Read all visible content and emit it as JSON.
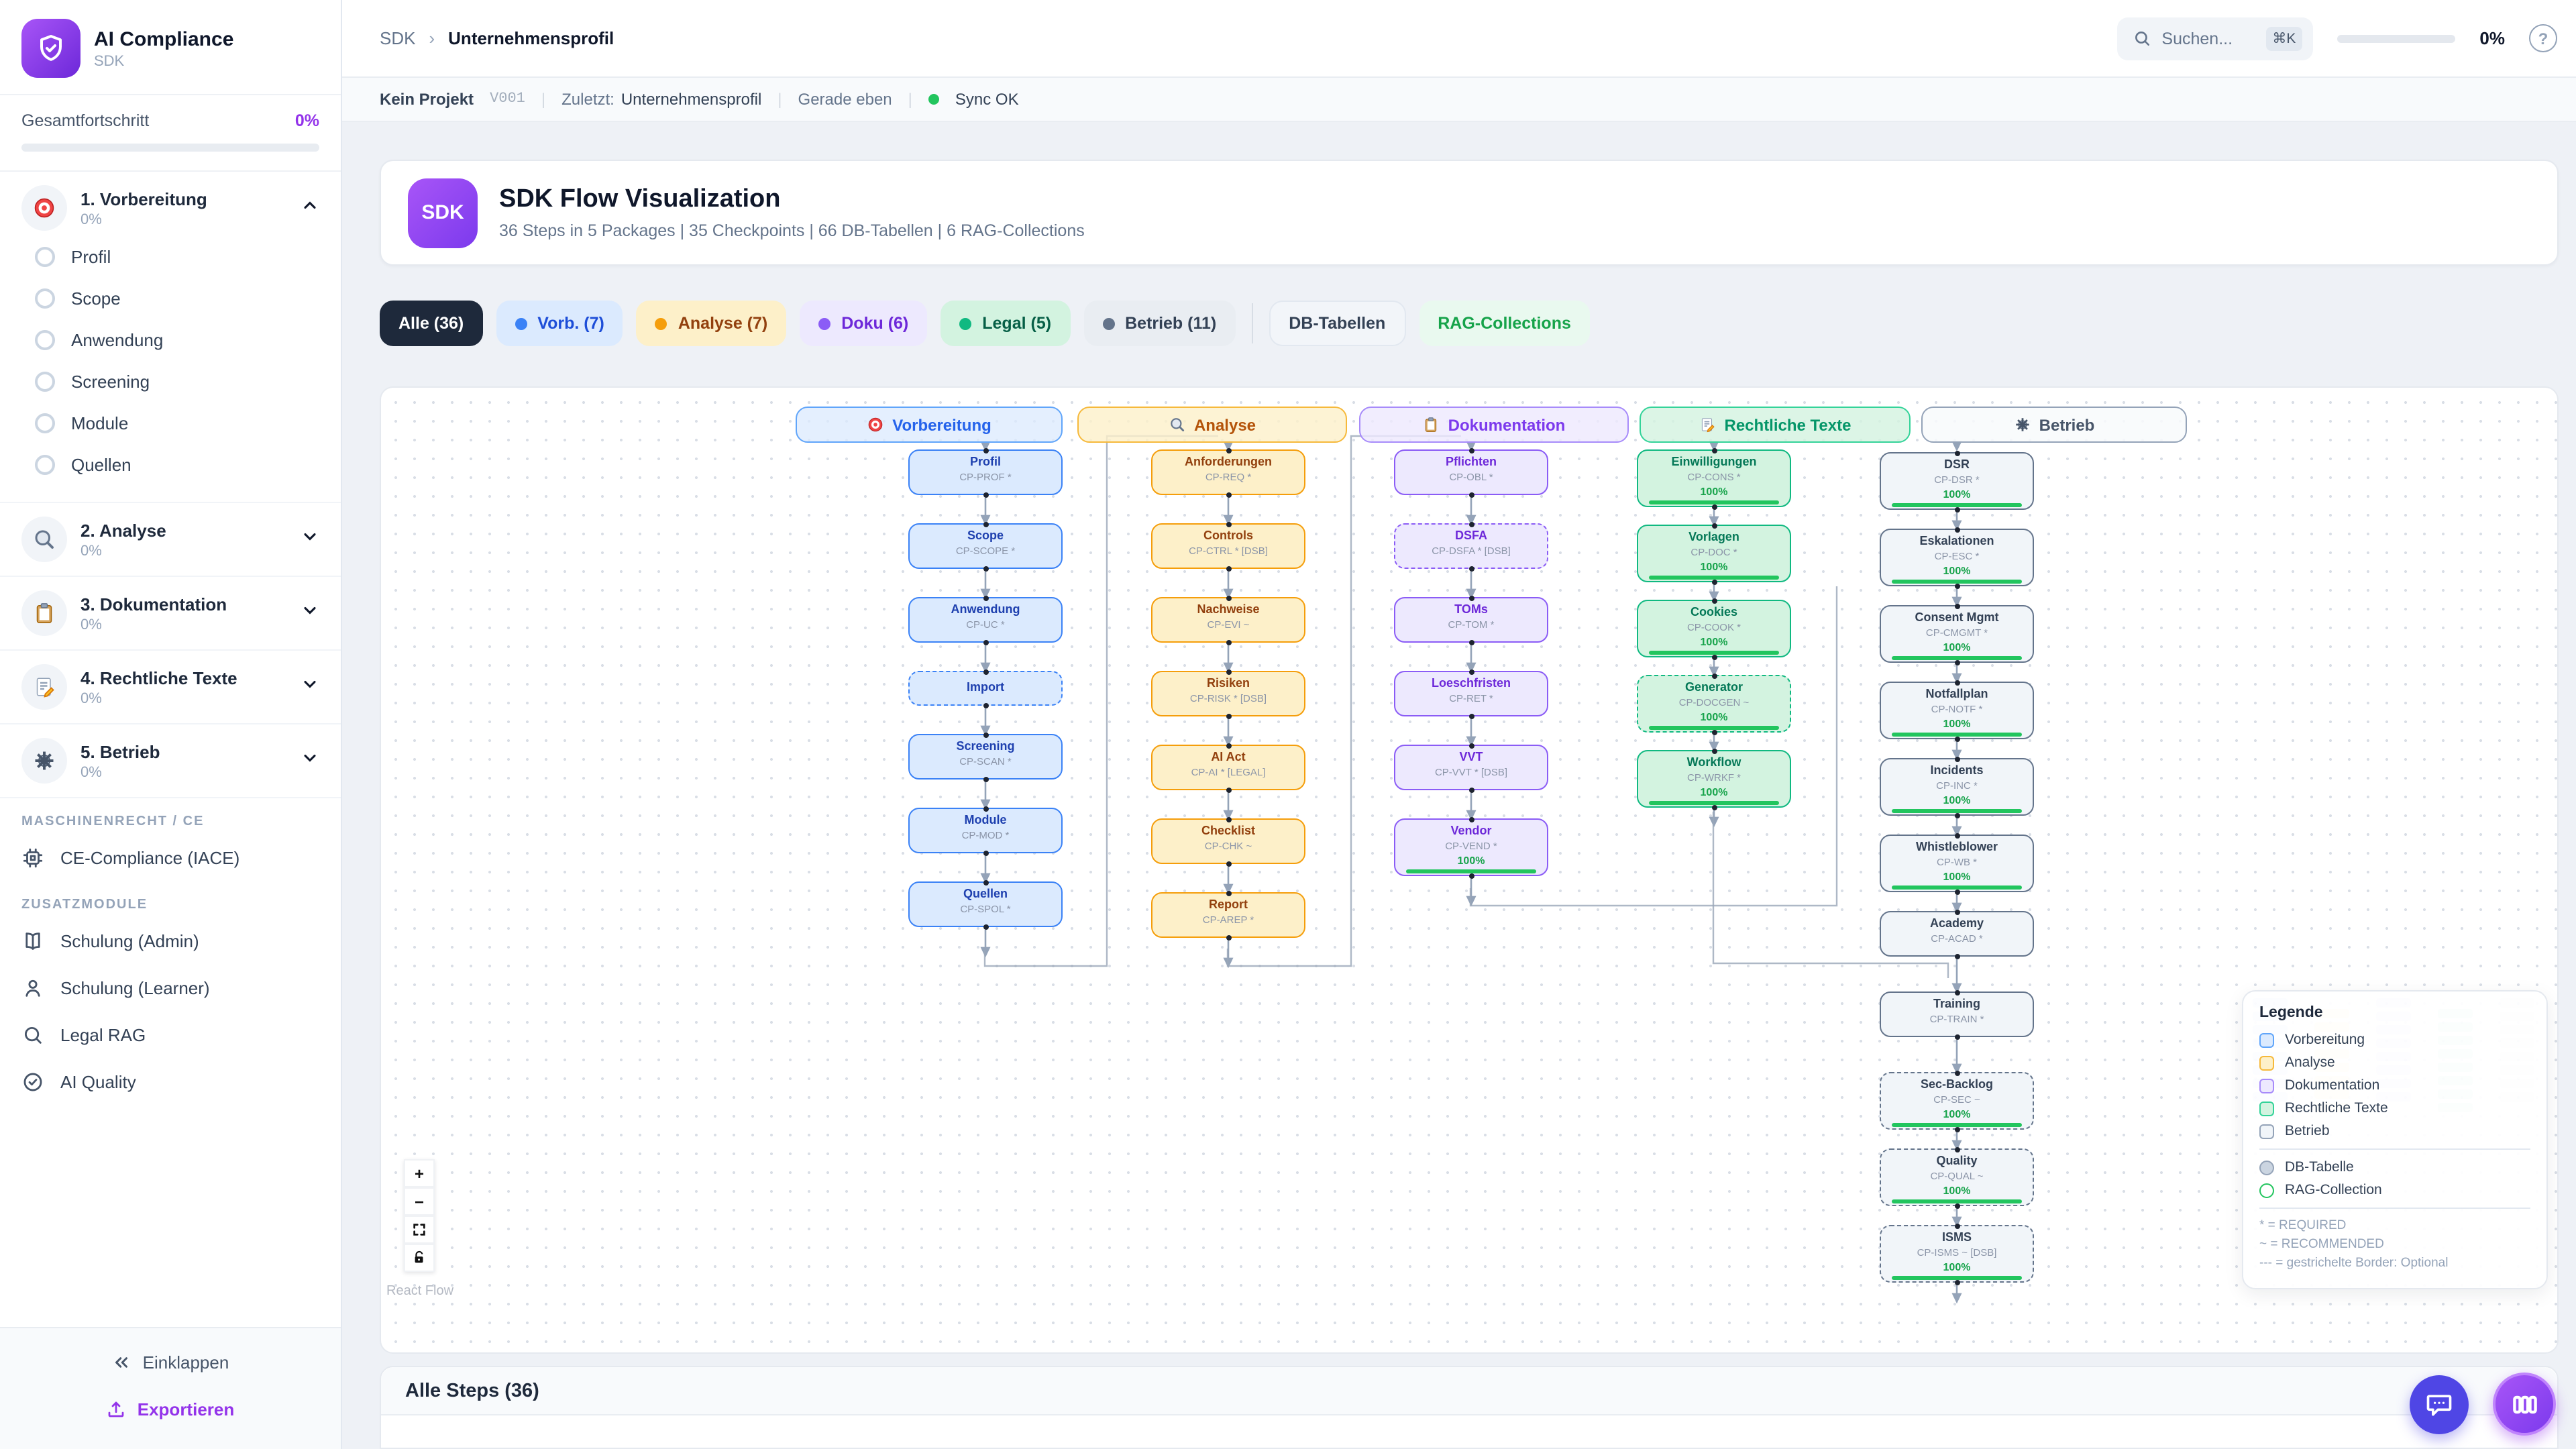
{
  "brand": {
    "title": "AI Compliance",
    "subtitle": "SDK"
  },
  "sidebar": {
    "progress_label": "Gesamtfortschritt",
    "progress_value": "0%",
    "packages": [
      {
        "name": "1. Vorbereitung",
        "pct": "0%",
        "icon": "target-icon",
        "expanded": true,
        "items": [
          "Profil",
          "Scope",
          "Anwendung",
          "Screening",
          "Module",
          "Quellen"
        ]
      },
      {
        "name": "2. Analyse",
        "pct": "0%",
        "icon": "magnifier-icon",
        "expanded": false,
        "items": []
      },
      {
        "name": "3. Dokumentation",
        "pct": "0%",
        "icon": "clipboard-icon",
        "expanded": false,
        "items": []
      },
      {
        "name": "4. Rechtliche Texte",
        "pct": "0%",
        "icon": "memo-icon",
        "expanded": false,
        "items": []
      },
      {
        "name": "5. Betrieb",
        "pct": "0%",
        "icon": "gear-icon",
        "expanded": false,
        "items": []
      }
    ],
    "sections": [
      {
        "header": "MASCHINENRECHT / CE",
        "items": [
          {
            "label": "CE-Compliance (IACE)",
            "icon": "cpu-icon"
          }
        ]
      },
      {
        "header": "ZUSATZMODULE",
        "items": [
          {
            "label": "Schulung (Admin)",
            "icon": "book-icon"
          },
          {
            "label": "Schulung (Learner)",
            "icon": "user-icon"
          },
          {
            "label": "Legal RAG",
            "icon": "search-icon"
          },
          {
            "label": "AI Quality",
            "icon": "check-circle-icon"
          }
        ]
      }
    ],
    "footer": {
      "collapse": "Einklappen",
      "export": "Exportieren"
    }
  },
  "topbar": {
    "breadcrumb_root": "SDK",
    "breadcrumb_current": "Unternehmensprofil",
    "search_placeholder": "Suchen...",
    "search_kbd": "⌘K",
    "progress_value": "0%"
  },
  "statusbar": {
    "project": "Kein Projekt",
    "version": "V001",
    "last_prefix": "Zuletzt:",
    "last_value": "Unternehmensprofil",
    "ago": "Gerade eben",
    "sync": "Sync OK"
  },
  "hero": {
    "badge": "SDK",
    "title": "SDK Flow Visualization",
    "subtitle": "36 Steps in 5 Packages | 35 Checkpoints | 66 DB-Tabellen | 6 RAG-Collections"
  },
  "filters": {
    "package_chips": [
      {
        "label": "Alle (36)",
        "style": "all",
        "dot": ""
      },
      {
        "label": "Vorb. (7)",
        "style": "blue",
        "dot": "#3b82f6"
      },
      {
        "label": "Analyse (7)",
        "style": "yellow",
        "dot": "#f59e0b"
      },
      {
        "label": "Doku (6)",
        "style": "purple",
        "dot": "#8b5cf6"
      },
      {
        "label": "Legal (5)",
        "style": "green",
        "dot": "#10b981"
      },
      {
        "label": "Betrieb (11)",
        "style": "gray",
        "dot": "#64748b"
      }
    ],
    "extra_chips": [
      {
        "label": "DB-Tabellen",
        "style": "plain"
      },
      {
        "label": "RAG-Collections",
        "style": "rag"
      }
    ]
  },
  "flow": {
    "attribution": "React Flow",
    "palette": {
      "blue": {
        "border": "#3b82f6",
        "bg": "#dbeafe",
        "title": "#1e40af",
        "hborder": "#60a5fa",
        "hbg": "rgba(219,234,254,.75)",
        "htext": "#2563eb"
      },
      "yellow": {
        "border": "#f59e0b",
        "bg": "#fdf0c9",
        "title": "#92400e",
        "hborder": "#f6b93b",
        "hbg": "rgba(253,240,201,.8)",
        "htext": "#b45309"
      },
      "purple": {
        "border": "#8b5cf6",
        "bg": "#ede9fe",
        "title": "#6d28d9",
        "hborder": "#a78bfa",
        "hbg": "rgba(237,233,254,.8)",
        "htext": "#7c3aed"
      },
      "green": {
        "border": "#10b981",
        "bg": "#d3f3e0",
        "title": "#047857",
        "hborder": "#34d399",
        "hbg": "rgba(211,243,224,.8)",
        "htext": "#059669"
      },
      "gray": {
        "border": "#64748b",
        "bg": "#f1f5f9",
        "title": "#334155",
        "hborder": "#94a3b8",
        "hbg": "rgba(248,250,252,.85)",
        "htext": "#475569"
      }
    },
    "columns": [
      {
        "key": "blue",
        "label": "Vorbereitung",
        "icon": "target-icon",
        "nodes": [
          {
            "title": "Profil",
            "code": "CP-PROF *"
          },
          {
            "title": "Scope",
            "code": "CP-SCOPE *"
          },
          {
            "title": "Anwendung",
            "code": "CP-UC *"
          },
          {
            "title": "Import",
            "code": "",
            "dashed": true
          },
          {
            "title": "Screening",
            "code": "CP-SCAN *"
          },
          {
            "title": "Module",
            "code": "CP-MOD *"
          },
          {
            "title": "Quellen",
            "code": "CP-SPOL *"
          }
        ]
      },
      {
        "key": "yellow",
        "label": "Analyse",
        "icon": "magnifier-icon",
        "nodes": [
          {
            "title": "Anforderungen",
            "code": "CP-REQ *"
          },
          {
            "title": "Controls",
            "code": "CP-CTRL * [DSB]"
          },
          {
            "title": "Nachweise",
            "code": "CP-EVI ~"
          },
          {
            "title": "Risiken",
            "code": "CP-RISK * [DSB]"
          },
          {
            "title": "AI Act",
            "code": "CP-AI * [LEGAL]"
          },
          {
            "title": "Checklist",
            "code": "CP-CHK ~"
          },
          {
            "title": "Report",
            "code": "CP-AREP *"
          }
        ]
      },
      {
        "key": "purple",
        "label": "Dokumentation",
        "icon": "clipboard-icon",
        "nodes": [
          {
            "title": "Pflichten",
            "code": "CP-OBL *"
          },
          {
            "title": "DSFA",
            "code": "CP-DSFA * [DSB]",
            "dashed": true
          },
          {
            "title": "TOMs",
            "code": "CP-TOM *"
          },
          {
            "title": "Loeschfristen",
            "code": "CP-RET *"
          },
          {
            "title": "VVT",
            "code": "CP-VVT * [DSB]"
          },
          {
            "title": "Vendor",
            "code": "CP-VEND *",
            "progress": "100%"
          }
        ]
      },
      {
        "key": "green",
        "label": "Rechtliche Texte",
        "icon": "memo-icon",
        "nodes": [
          {
            "title": "Einwilligungen",
            "code": "CP-CONS *",
            "progress": "100%"
          },
          {
            "title": "Vorlagen",
            "code": "CP-DOC *",
            "progress": "100%"
          },
          {
            "title": "Cookies",
            "code": "CP-COOK *",
            "progress": "100%"
          },
          {
            "title": "Generator",
            "code": "CP-DOCGEN ~",
            "progress": "100%",
            "dashed": true
          },
          {
            "title": "Workflow",
            "code": "CP-WRKF *",
            "progress": "100%"
          }
        ]
      },
      {
        "key": "gray",
        "label": "Betrieb",
        "icon": "gear-icon",
        "nodes": [
          {
            "title": "DSR",
            "code": "CP-DSR *",
            "progress": "100%"
          },
          {
            "title": "Eskalationen",
            "code": "CP-ESC *",
            "progress": "100%"
          },
          {
            "title": "Consent Mgmt",
            "code": "CP-CMGMT *",
            "progress": "100%"
          },
          {
            "title": "Notfallplan",
            "code": "CP-NOTF *",
            "progress": "100%"
          },
          {
            "title": "Incidents",
            "code": "CP-INC *",
            "progress": "100%"
          },
          {
            "title": "Whistleblower",
            "code": "CP-WB *",
            "progress": "100%"
          },
          {
            "title": "Academy",
            "code": "CP-ACAD *"
          },
          {
            "title": "Training",
            "code": "CP-TRAIN *"
          },
          {
            "title": "Sec-Backlog",
            "code": "CP-SEC ~",
            "progress": "100%",
            "dashed": true
          },
          {
            "title": "Quality",
            "code": "CP-QUAL ~",
            "progress": "100%",
            "dashed": true
          },
          {
            "title": "ISMS",
            "code": "CP-ISMS ~ [DSB]",
            "progress": "100%",
            "dashed": true
          }
        ]
      }
    ]
  },
  "legend": {
    "title": "Legende",
    "package_items": [
      {
        "label": "Vorbereitung",
        "key": "blue"
      },
      {
        "label": "Analyse",
        "key": "yellow"
      },
      {
        "label": "Dokumentation",
        "key": "purple"
      },
      {
        "label": "Rechtliche Texte",
        "key": "green"
      },
      {
        "label": "Betrieb",
        "key": "gray"
      }
    ],
    "shape_items": [
      {
        "label": "DB-Tabelle",
        "fill": "#cbd5e1",
        "border": "#94a3b8"
      },
      {
        "label": "RAG-Collection",
        "fill": "#ffffff",
        "border": "#22c55e"
      }
    ],
    "notes": [
      "* = REQUIRED",
      "~ = RECOMMENDED",
      "--- = gestrichelte Border: Optional"
    ]
  },
  "bottom": {
    "title": "Alle Steps (36)"
  },
  "colors": {
    "accent": "#9333ea",
    "sync_ok": "#22c55e",
    "progress": "#22c55e",
    "edge": "#94a3b8"
  }
}
